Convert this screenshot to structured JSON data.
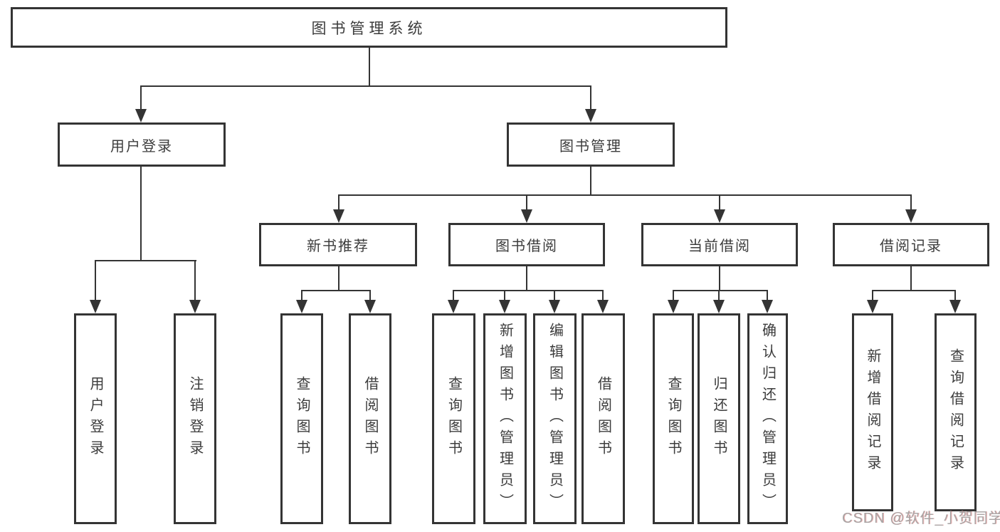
{
  "tree": {
    "root": {
      "label": "图书管理系统"
    },
    "branches": [
      {
        "label": "用户登录",
        "children": [
          {
            "label": "用户登录"
          },
          {
            "label": "注销登录"
          }
        ]
      },
      {
        "label": "图书管理",
        "sections": [
          {
            "label": "新书推荐",
            "children": [
              {
                "label": "查询图书"
              },
              {
                "label": "借阅图书"
              }
            ]
          },
          {
            "label": "图书借阅",
            "children": [
              {
                "label": "查询图书"
              },
              {
                "label": "新增图书（管理员）"
              },
              {
                "label": "编辑图书（管理员）"
              },
              {
                "label": "借阅图书"
              }
            ]
          },
          {
            "label": "当前借阅",
            "children": [
              {
                "label": "查询图书"
              },
              {
                "label": "归还图书"
              },
              {
                "label": "确认归还（管理员）"
              }
            ]
          },
          {
            "label": "借阅记录",
            "children": [
              {
                "label": "新增借阅记录"
              },
              {
                "label": "查询借阅记录"
              }
            ]
          }
        ]
      }
    ]
  },
  "watermark": {
    "text": "CSDN @软件_小贺同学"
  },
  "colors": {
    "line": "#343434",
    "text": "#3c3c3c",
    "background": "#ffffff",
    "watermark": "#a8a4a4"
  }
}
